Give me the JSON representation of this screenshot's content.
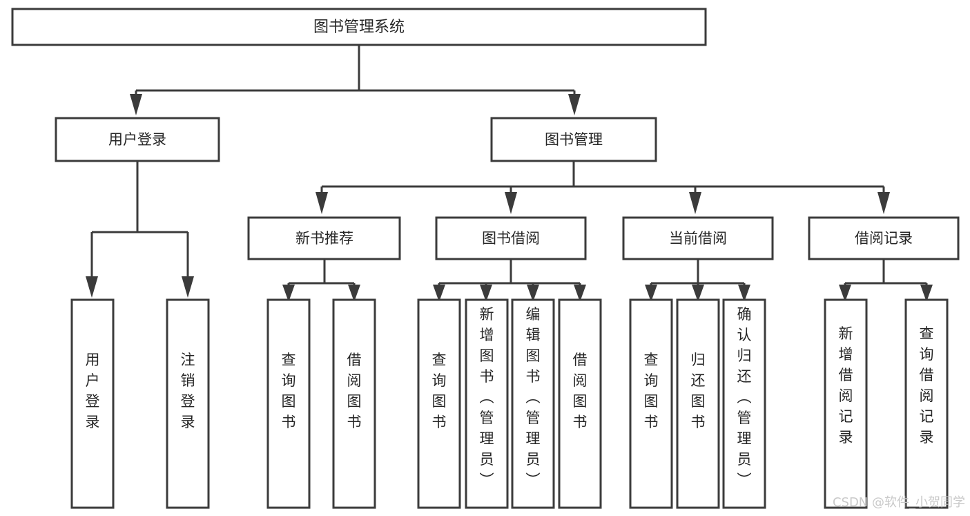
{
  "diagram": {
    "title": "图书管理系统",
    "type": "tree",
    "orientation": "top-down",
    "colors": {
      "background": "#ffffff",
      "box_fill": "#ffffff",
      "box_stroke": "#3b3b3b",
      "edge": "#3b3b3b",
      "text": "#262626",
      "watermark": "#c9c9c9"
    },
    "root": {
      "label": "图书管理系统"
    },
    "level2": [
      {
        "id": "user-login",
        "label": "用户登录"
      },
      {
        "id": "book-manage",
        "label": "图书管理"
      }
    ],
    "level3": [
      {
        "id": "new-book-recommend",
        "label": "新书推荐",
        "parent": "book-manage"
      },
      {
        "id": "book-borrow",
        "label": "图书借阅",
        "parent": "book-manage"
      },
      {
        "id": "current-borrow",
        "label": "当前借阅",
        "parent": "book-manage"
      },
      {
        "id": "borrow-record",
        "label": "借阅记录",
        "parent": "book-manage"
      }
    ],
    "leaves": {
      "user-login": [
        {
          "id": "leaf-user-login",
          "label": "用户登录"
        },
        {
          "id": "leaf-user-logout",
          "label": "注销登录"
        }
      ],
      "new-book-recommend": [
        {
          "id": "leaf-query-book-1",
          "label": "查询图书"
        },
        {
          "id": "leaf-borrow-book-1",
          "label": "借阅图书"
        }
      ],
      "book-borrow": [
        {
          "id": "leaf-query-book-2",
          "label": "查询图书"
        },
        {
          "id": "leaf-add-book",
          "label": "新增图书（管理员）"
        },
        {
          "id": "leaf-edit-book",
          "label": "编辑图书（管理员）"
        },
        {
          "id": "leaf-borrow-book-2",
          "label": "借阅图书"
        }
      ],
      "current-borrow": [
        {
          "id": "leaf-query-book-3",
          "label": "查询图书"
        },
        {
          "id": "leaf-return-book",
          "label": "归还图书"
        },
        {
          "id": "leaf-confirm-return",
          "label": "确认归还（管理员）"
        }
      ],
      "borrow-record": [
        {
          "id": "leaf-add-record",
          "label": "新增借阅记录"
        },
        {
          "id": "leaf-query-record",
          "label": "查询借阅记录"
        }
      ]
    },
    "watermark": "CSDN @软件_小贺同学"
  }
}
